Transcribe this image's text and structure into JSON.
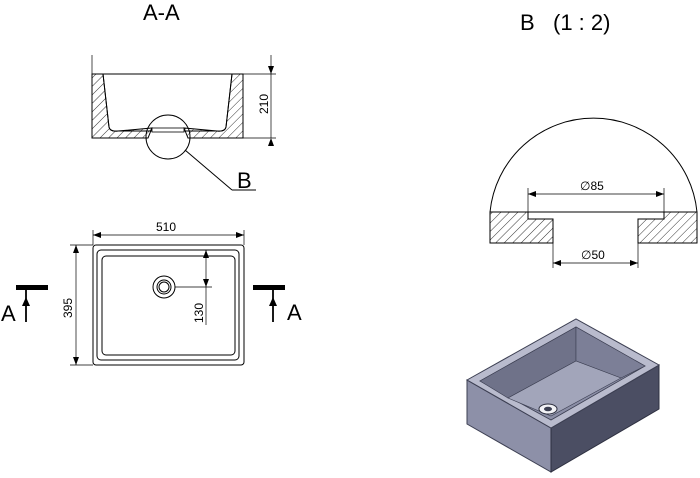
{
  "section_label": "A-A",
  "detail_label": "B",
  "detail_scale": "(1 : 2)",
  "callout_label": "B",
  "cut_marker_left": "A",
  "cut_marker_right": "A",
  "dimensions": {
    "height": "210",
    "width": "510",
    "depth": "395",
    "drain_offset": "130",
    "detail_outer_dia": "∅85",
    "detail_inner_dia": "∅50"
  },
  "colors": {
    "line": "#000000",
    "hatch": "#000000",
    "render_face": "#9a9cb3",
    "render_top": "#8e90a8",
    "render_dark": "#55586e",
    "render_rim": "#b7b9cb"
  }
}
